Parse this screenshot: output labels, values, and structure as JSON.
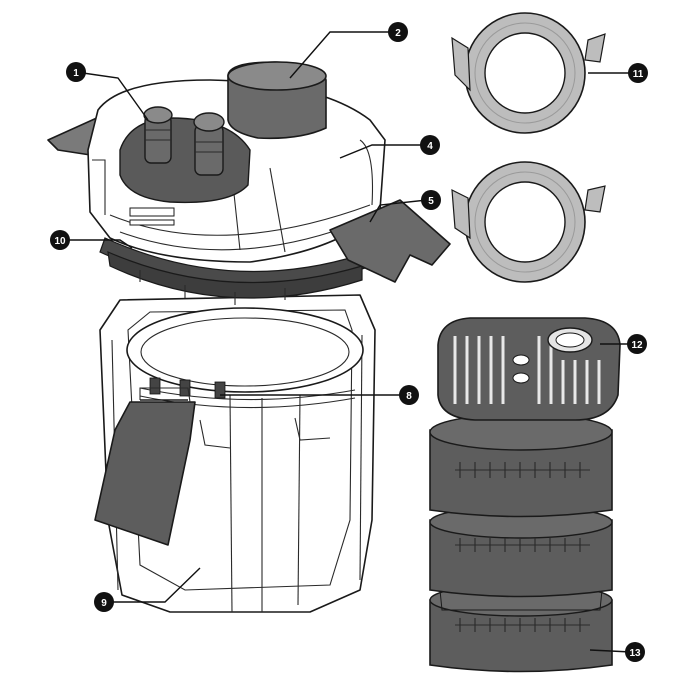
{
  "diagram": {
    "colors": {
      "outline": "#1a1a1a",
      "dark_part": "#5d5d5d",
      "mid_part": "#7a7a7a",
      "light_part": "#c9c9c9",
      "hose": "#bdbdbd",
      "badge": "#111111",
      "background": "#ffffff"
    },
    "callouts": [
      {
        "id": "c1",
        "label": "1"
      },
      {
        "id": "c2",
        "label": "2"
      },
      {
        "id": "c4",
        "label": "4"
      },
      {
        "id": "c5",
        "label": "5"
      },
      {
        "id": "c8",
        "label": "8"
      },
      {
        "id": "c9",
        "label": "9"
      },
      {
        "id": "c10",
        "label": "10"
      },
      {
        "id": "c11",
        "label": "11"
      },
      {
        "id": "c12",
        "label": "12"
      },
      {
        "id": "c13",
        "label": "13"
      }
    ]
  }
}
